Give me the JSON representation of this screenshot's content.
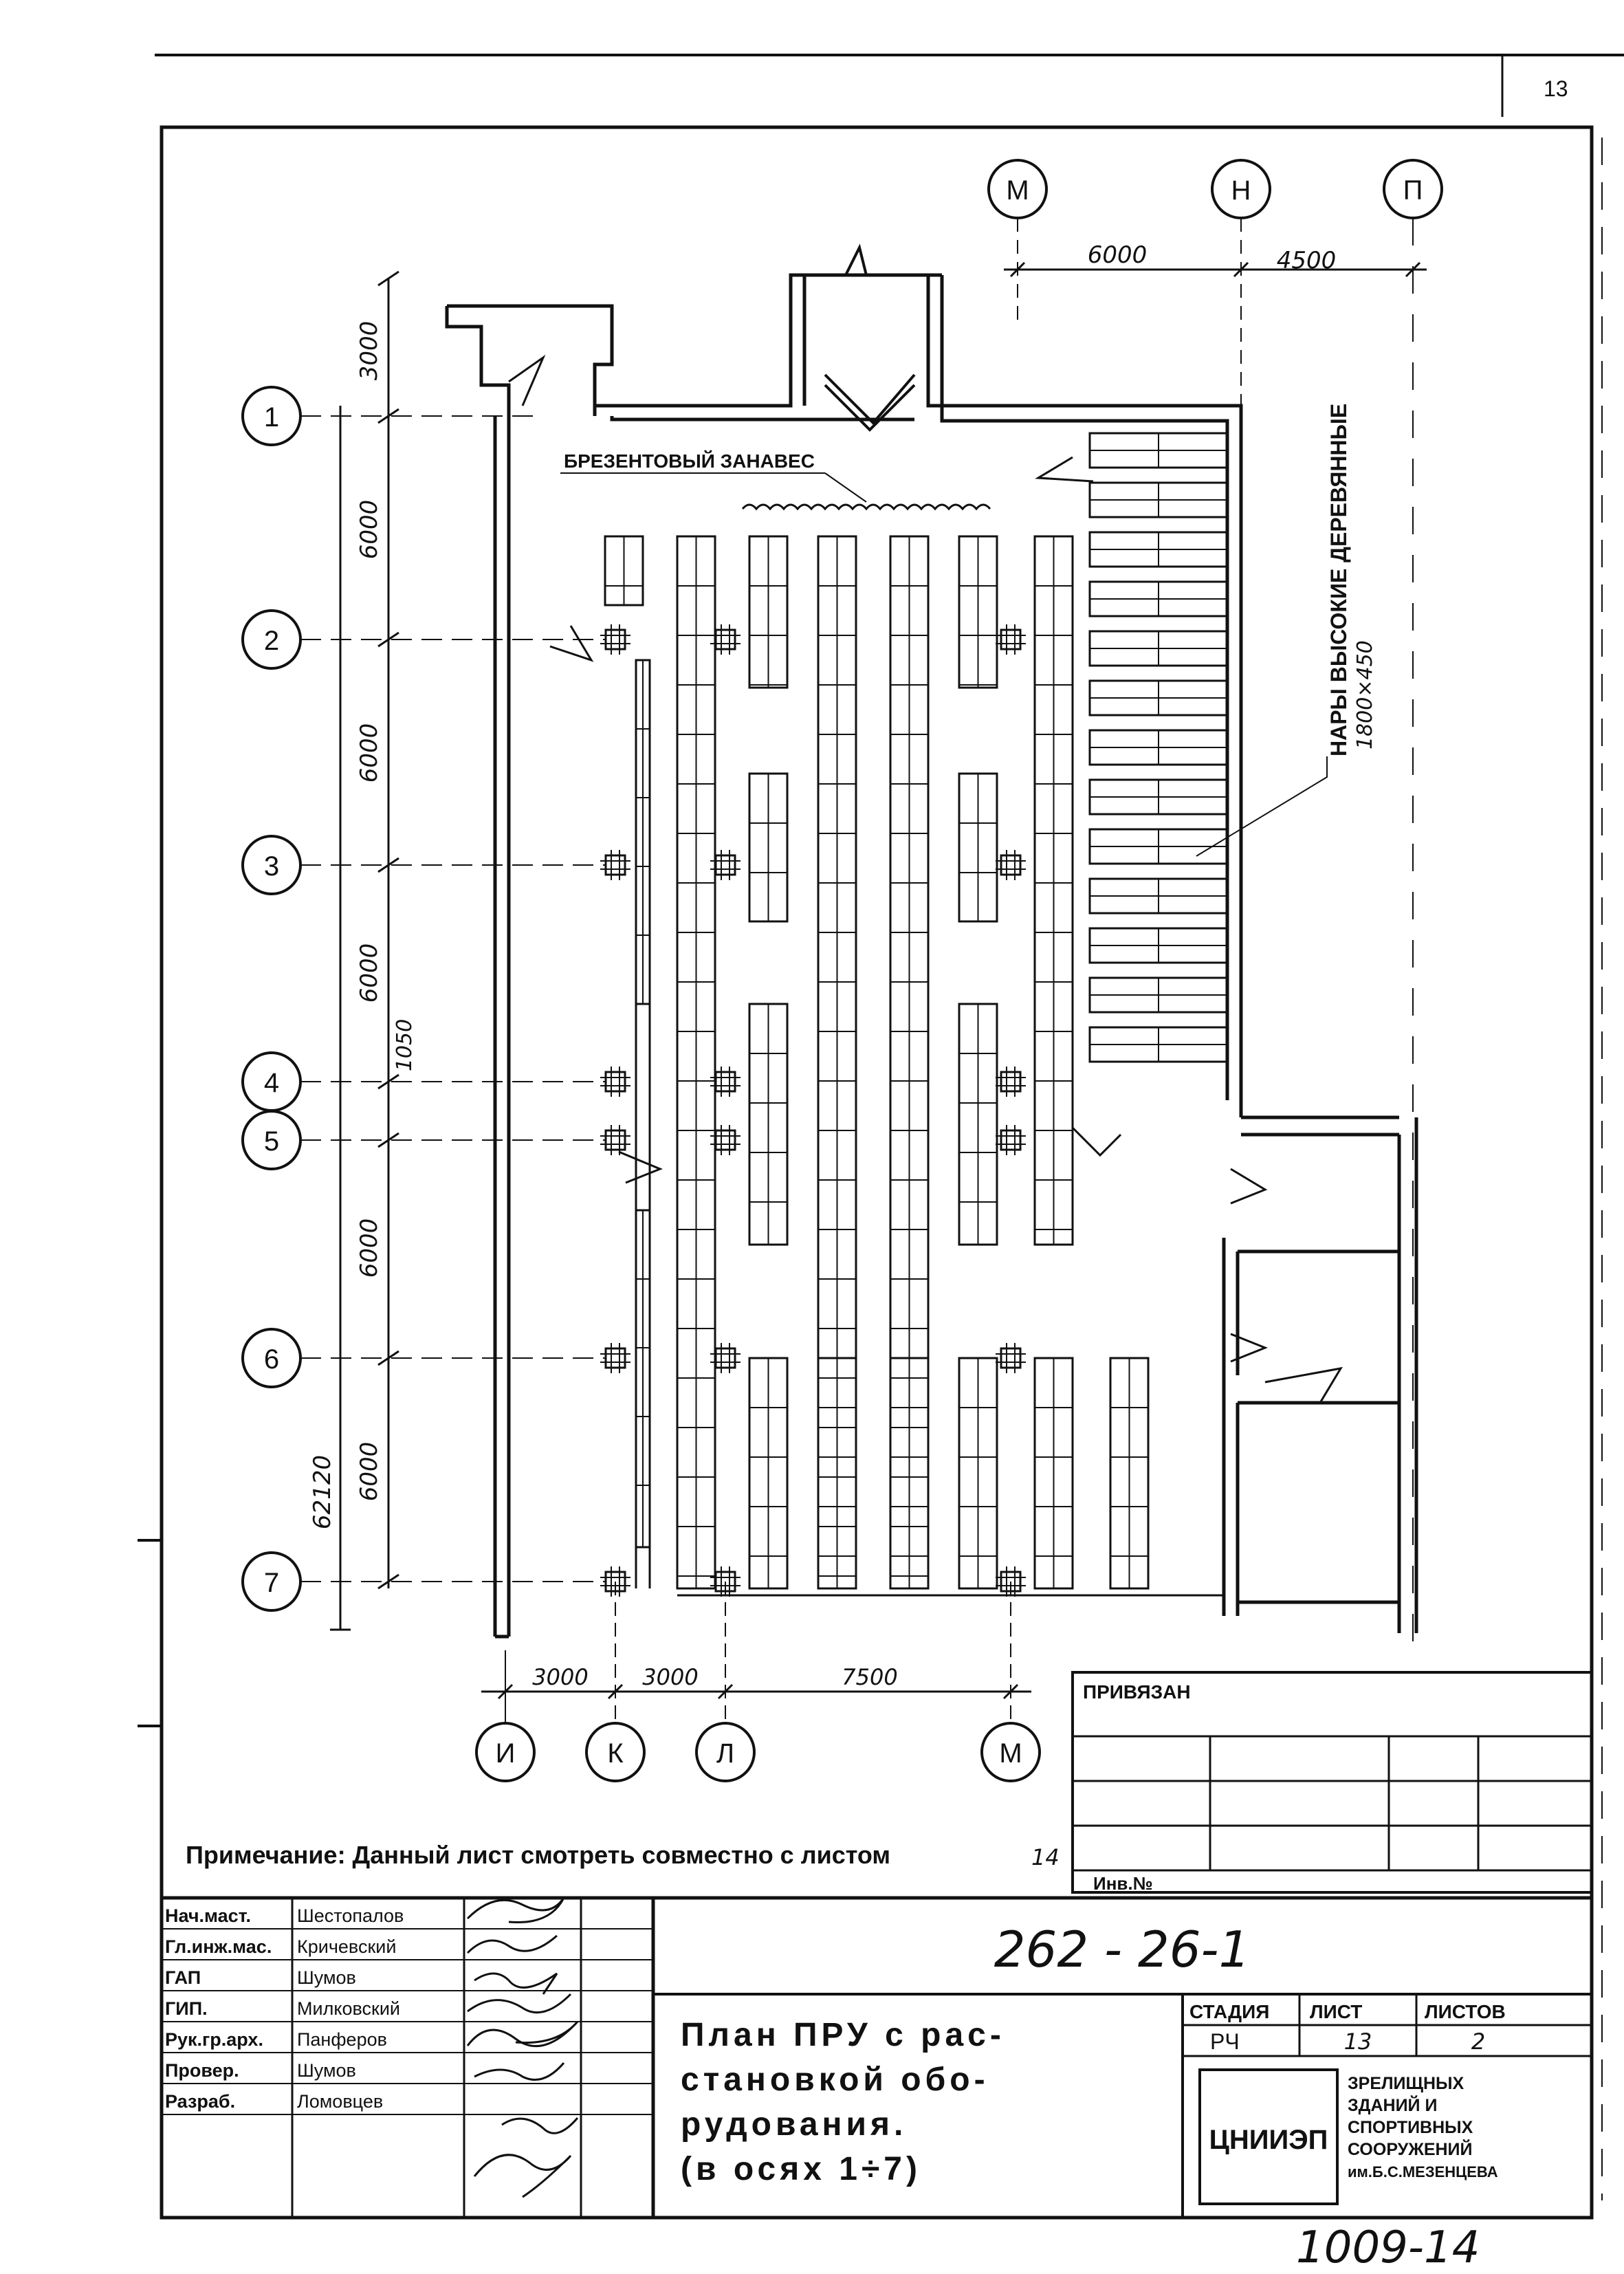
{
  "sheet_corner_number": "13",
  "axes_top": [
    "М",
    "Н",
    "П"
  ],
  "axes_left": [
    "1",
    "2",
    "3",
    "4",
    "5",
    "6",
    "7"
  ],
  "axes_bottom": [
    "И",
    "К",
    "Л",
    "М"
  ],
  "dims_top": [
    "6000",
    "4500"
  ],
  "dims_left": [
    "3000",
    "6000",
    "6000",
    "6000",
    "1050",
    "6000",
    "6000",
    "62120"
  ],
  "dims_bottom": [
    "3000",
    "3000",
    "7500"
  ],
  "label_curtain": "БРЕЗЕНТОВЫЙ ЗАНАВЕС",
  "label_bunks": "НАРЫ ВЫСОКИЕ ДЕРЕВЯННЫЕ",
  "label_bunks_size": "1800×450",
  "note": "Примечание: Данный лист смотреть совместно с листом",
  "note_sheet": "14",
  "privyazan": "ПРИВЯЗАН",
  "inv_no": "Инв.№",
  "doc_code": "262 - 26-1",
  "title_lines": [
    "План ПРУ с рас-",
    "становкой обо-",
    "рудования.",
    "(в осях 1÷7)"
  ],
  "staff": [
    {
      "role": "Нач.маст.",
      "name": "Шестопалов"
    },
    {
      "role": "Гл.инж.мас.",
      "name": "Кричевский"
    },
    {
      "role": "ГАП",
      "name": "Шумов"
    },
    {
      "role": "ГИП.",
      "name": "Милковский"
    },
    {
      "role": "Рук.гр.арх.",
      "name": "Панферов"
    },
    {
      "role": "Провер.",
      "name": "Шумов"
    },
    {
      "role": "Разраб.",
      "name": "Ломовцев"
    }
  ],
  "stage_header": "СТАДИЯ",
  "sheet_header": "ЛИСТ",
  "sheets_header": "ЛИСТОВ",
  "stage_value": "РЧ",
  "sheet_value": "13",
  "sheets_value": "2",
  "org_logo": "ЦНИИЭП",
  "org_name": [
    "ЗРЕЛИЩНЫХ",
    "ЗДАНИЙ И",
    "СПОРТИВНЫХ",
    "СООРУЖЕНИЙ",
    "им.Б.С.МЕЗЕНЦЕВА"
  ],
  "archive_number": "1009-14"
}
